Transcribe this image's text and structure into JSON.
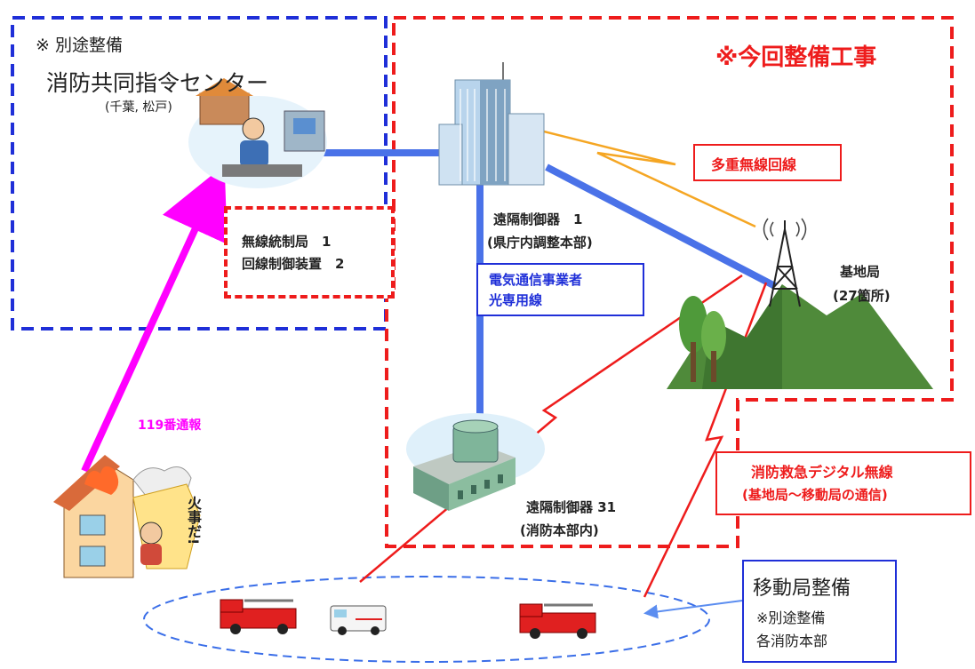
{
  "colors": {
    "blue_dash": "#1f2fd8",
    "red_dash": "#ee1c1c",
    "blue_line": "#4a72e8",
    "orange_line": "#f5a623",
    "red_line": "#ee1c1c",
    "magenta_arrow": "#ff00ff",
    "oval_dash": "#3a6ee8",
    "mountain": "#4f8a3a"
  },
  "icons": {
    "command_center": "operator-at-console-icon",
    "hq_building": "office-building-icon",
    "base_station": "radio-tower-on-mountain-icon",
    "fire_hq": "fire-department-building-icon",
    "burning_house": "burning-house-icon",
    "fire_engine": "fire-engine-icon",
    "ambulance": "ambulance-icon"
  },
  "command_center": {
    "note": "※ 別途整備",
    "title": "消防共同指令センター",
    "location": "(千葉, 松戸)"
  },
  "construction": {
    "title": "※今回整備工事"
  },
  "multiplex": {
    "label": "多重無線回線"
  },
  "control_station": {
    "line1": "無線統制局　1",
    "line2": "回線制御装置　2"
  },
  "hq_controller": {
    "line1": "遠隔制御器　1",
    "line2": "(県庁内調整本部)"
  },
  "leased_line": {
    "line1": "電気通信事業者",
    "line2": "光専用線"
  },
  "base_station": {
    "line1": "基地局",
    "line2": "(27箇所)"
  },
  "fire_hq": {
    "line1": "遠隔制御器 31",
    "line2": "(消防本部内)"
  },
  "emergency_call": {
    "label": "119番通報"
  },
  "digital_radio": {
    "line1": "消防救急デジタル無線",
    "line2": "(基地局～移動局の通信)"
  },
  "burning_house": {
    "speech": "火事だ!"
  },
  "mobile": {
    "title": "移動局整備",
    "line1": "※別途整備",
    "line2": "各消防本部"
  }
}
